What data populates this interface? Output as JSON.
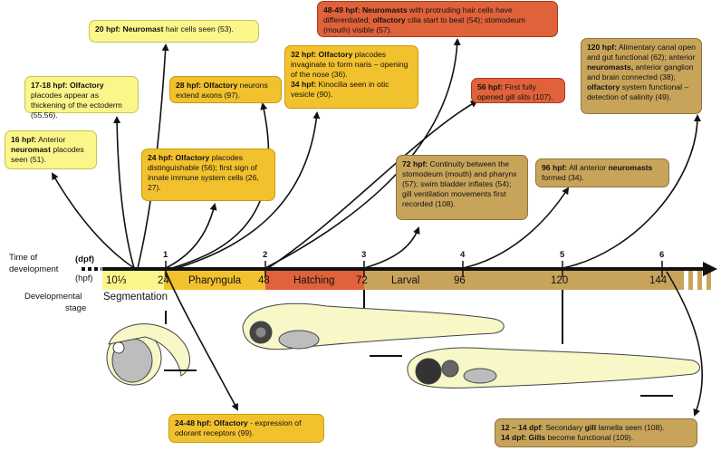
{
  "axis": {
    "row_label": "Time of development",
    "row_label_1": "Time of",
    "row_label_2": "development",
    "dpf_label": "(dpf)",
    "hpf_label": "(hpf)",
    "stage_label_1": "Developmental",
    "stage_label_2": "stage",
    "dpf_ticks": [
      "1",
      "2",
      "3",
      "4",
      "5",
      "6"
    ],
    "hpf_ticks": [
      "10⅓",
      "24",
      "48",
      "72",
      "96",
      "120",
      "144"
    ]
  },
  "stages": {
    "segmentation": "Segmentation",
    "pharyngula": "Pharyngula",
    "hatching": "Hatching",
    "larval": "Larval"
  },
  "colors": {
    "segmentation": "#fbf68a",
    "pharyngula": "#f2c12e",
    "hatching": "#e0623a",
    "larval": "#c8a45a"
  },
  "events": [
    {
      "id": "e16",
      "head": "16 hpf:",
      "pre": " Anterior ",
      "key": "neuromast",
      "post": " placodes seen (51)."
    },
    {
      "id": "e17",
      "head": "17-18 hpf: Olfactory",
      "post": " placodes appear as thickening of the ectoderm (55,56)."
    },
    {
      "id": "e20",
      "head": "20 hpf: Neuromast",
      "post": " hair cells seen (53)."
    },
    {
      "id": "e24",
      "head": "24 hpf: Olfactory",
      "post": " placodes distinguishable (56); first sign of innate immune system cells (26, 27)."
    },
    {
      "id": "e28",
      "head": "28 hpf: Olfactory",
      "post": " neurons extend axons (97)."
    },
    {
      "id": "e32",
      "head": "32 hpf: Olfactory",
      "post": " placodes invaginate to form naris – opening of the nose (36).",
      "head2": "34 hpf:",
      "post2": " Kinocilia seen in otic vesicle (90)."
    },
    {
      "id": "e48",
      "head": "48-49 hpf: Neuromasts",
      "pre": " with protruding hair cells have differentiated; ",
      "key": "olfactory",
      "post": " cilia start to beat (54); stomodeum (mouth) visible (57)."
    },
    {
      "id": "e56",
      "head": "56 hpf:",
      "post": " First fully opened gill slits (107)."
    },
    {
      "id": "e72",
      "head": "72 hpf:",
      "post": " Continuity between the stomodeum (mouth) and pharynx (57); swim bladder inflates (54); gill ventilation movements first recorded (108)."
    },
    {
      "id": "e96",
      "head": "96 hpf:",
      "pre": " All anterior ",
      "key": "neuromasts",
      "post": " formed (34)."
    },
    {
      "id": "e120",
      "head": "120 hpf:",
      "pre": " Alimentary canal open and gut functional (62); anterior ",
      "key": "neuromasts,",
      "mid": " anterior ganglion and brain connected (38); ",
      "key2": "olfactory",
      "post": " system functional – detection of salinity (49)."
    },
    {
      "id": "e2448",
      "head": "24-48 hpf: Olfactory",
      "post": " - expression of odorant receptors (99)."
    },
    {
      "id": "egill",
      "head": "12 – 14 dpf",
      "pre": ": Secondary ",
      "key": "gill",
      "post": " lamella seen (108).",
      "head2": "14 dpf: Gills",
      "post2": " become functional (109)."
    }
  ]
}
